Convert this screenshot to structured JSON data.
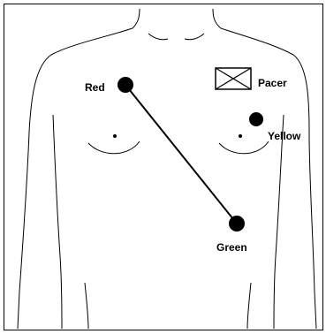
{
  "labels": {
    "red": "Red",
    "green": "Green",
    "yellow": "Yellow",
    "pacer": "Pacer"
  },
  "colors": {
    "ink": "#000000",
    "background": "#ffffff"
  }
}
